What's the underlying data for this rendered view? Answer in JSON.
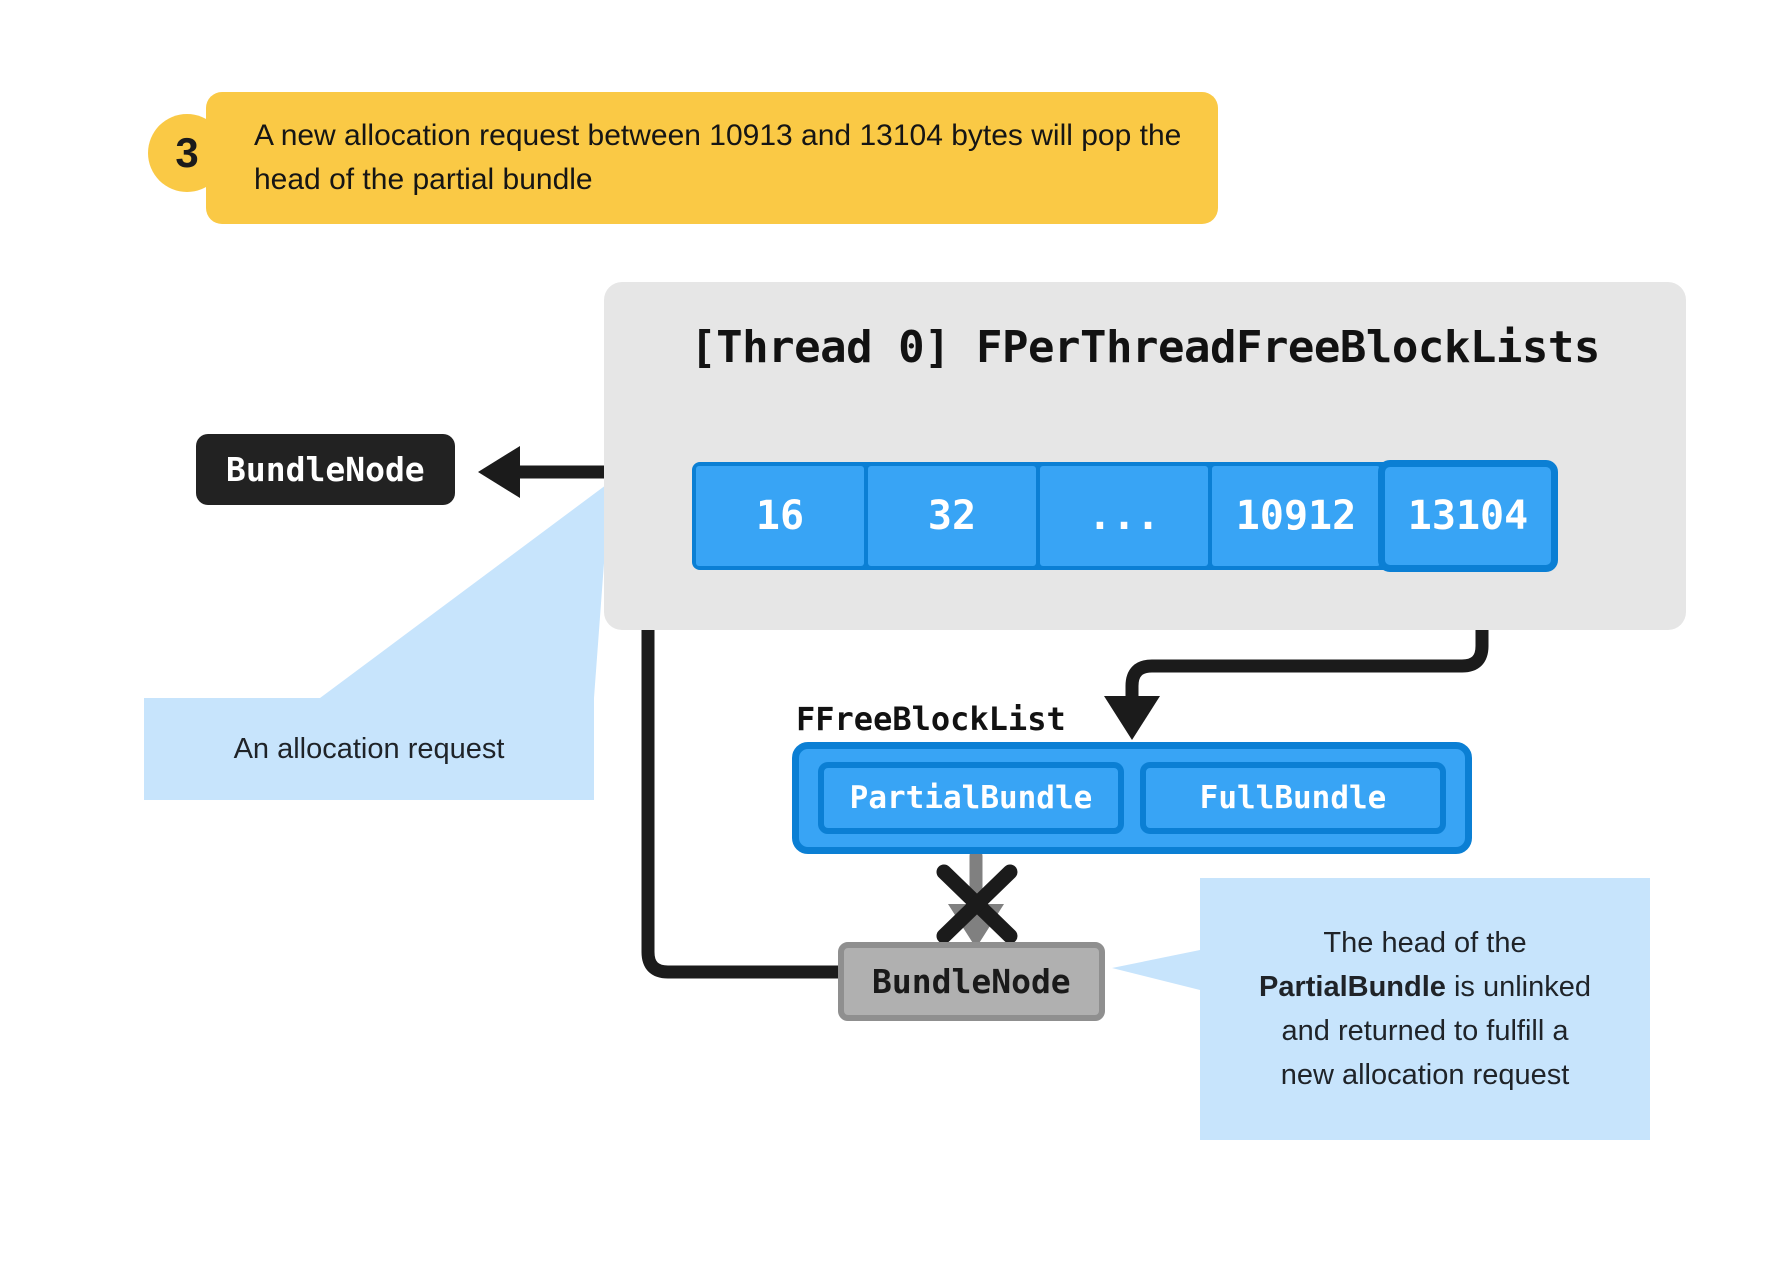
{
  "step": {
    "number": "3",
    "text": "A new allocation request between 10913 and 13104 bytes will pop the head of the partial bundle"
  },
  "thread_container": {
    "title": "[Thread 0] FPerThreadFreeBlockLists",
    "size_classes": [
      {
        "label": "16",
        "highlighted": false
      },
      {
        "label": "32",
        "highlighted": false
      },
      {
        "label": "...",
        "highlighted": false
      },
      {
        "label": "10912",
        "highlighted": false
      },
      {
        "label": "13104",
        "highlighted": true
      }
    ]
  },
  "free_block_list": {
    "label": "FFreeBlockList",
    "bundles": [
      {
        "label": "PartialBundle"
      },
      {
        "label": "FullBundle"
      }
    ]
  },
  "nodes": {
    "gray_bundle_node": "BundleNode",
    "black_bundle_node": "BundleNode"
  },
  "notes": {
    "allocation_request": "An allocation request",
    "head_unlinked": {
      "line1": "The head of the",
      "bold": "PartialBundle",
      "line2_rest": " is unlinked",
      "line3": "and returned to fulfill a",
      "line4": "new allocation request"
    }
  },
  "colors": {
    "accent_yellow": "#fac945",
    "accent_blue": "#38a4f5",
    "accent_blue_dark": "#0b7fd4",
    "container_gray": "#e6e6e6",
    "note_blue": "#c7e4fc",
    "node_gray": "#b0b0b0",
    "node_black": "#222222",
    "stroke_black": "#1b1b1b",
    "stroke_gray": "#808080"
  },
  "icons": {
    "unlink_mark": "x-cross-icon",
    "flow_arrow": "arrow-down-icon"
  }
}
